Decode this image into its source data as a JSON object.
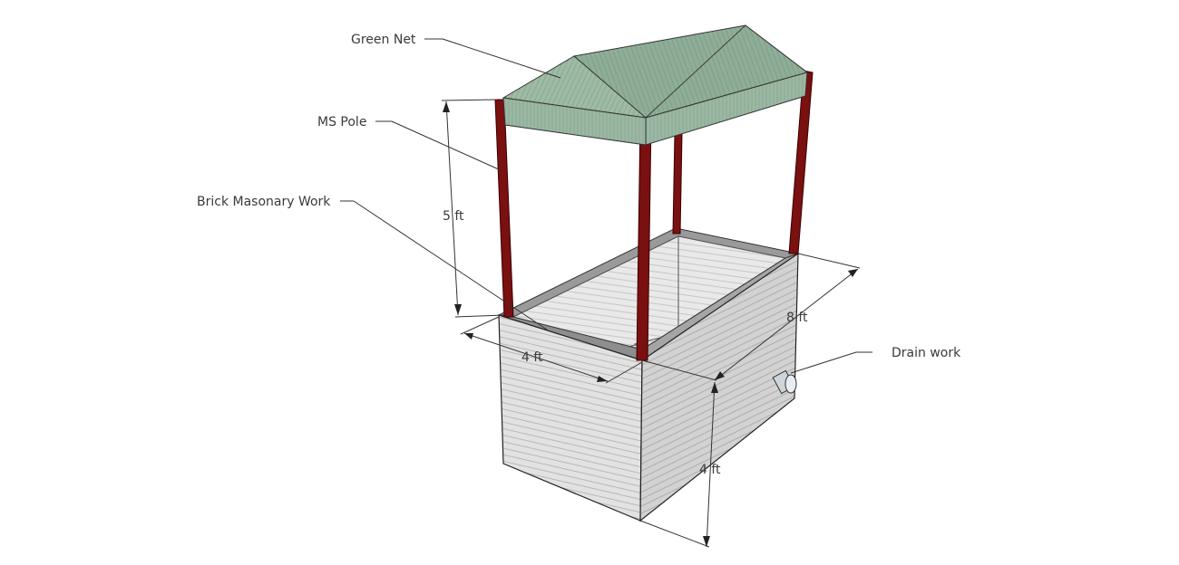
{
  "labels": {
    "green_net": "Green Net",
    "ms_pole": "MS Pole",
    "brick_masonry": "Brick Masonary Work",
    "drain_work": "Drain work"
  },
  "dimensions": {
    "height_poles": "5 ft",
    "width": "4 ft",
    "length": "8 ft",
    "depth": "4 ft"
  },
  "colors": {
    "pole": "#7a1010",
    "net": "#8fae98",
    "wall": "#dcdcdc"
  }
}
